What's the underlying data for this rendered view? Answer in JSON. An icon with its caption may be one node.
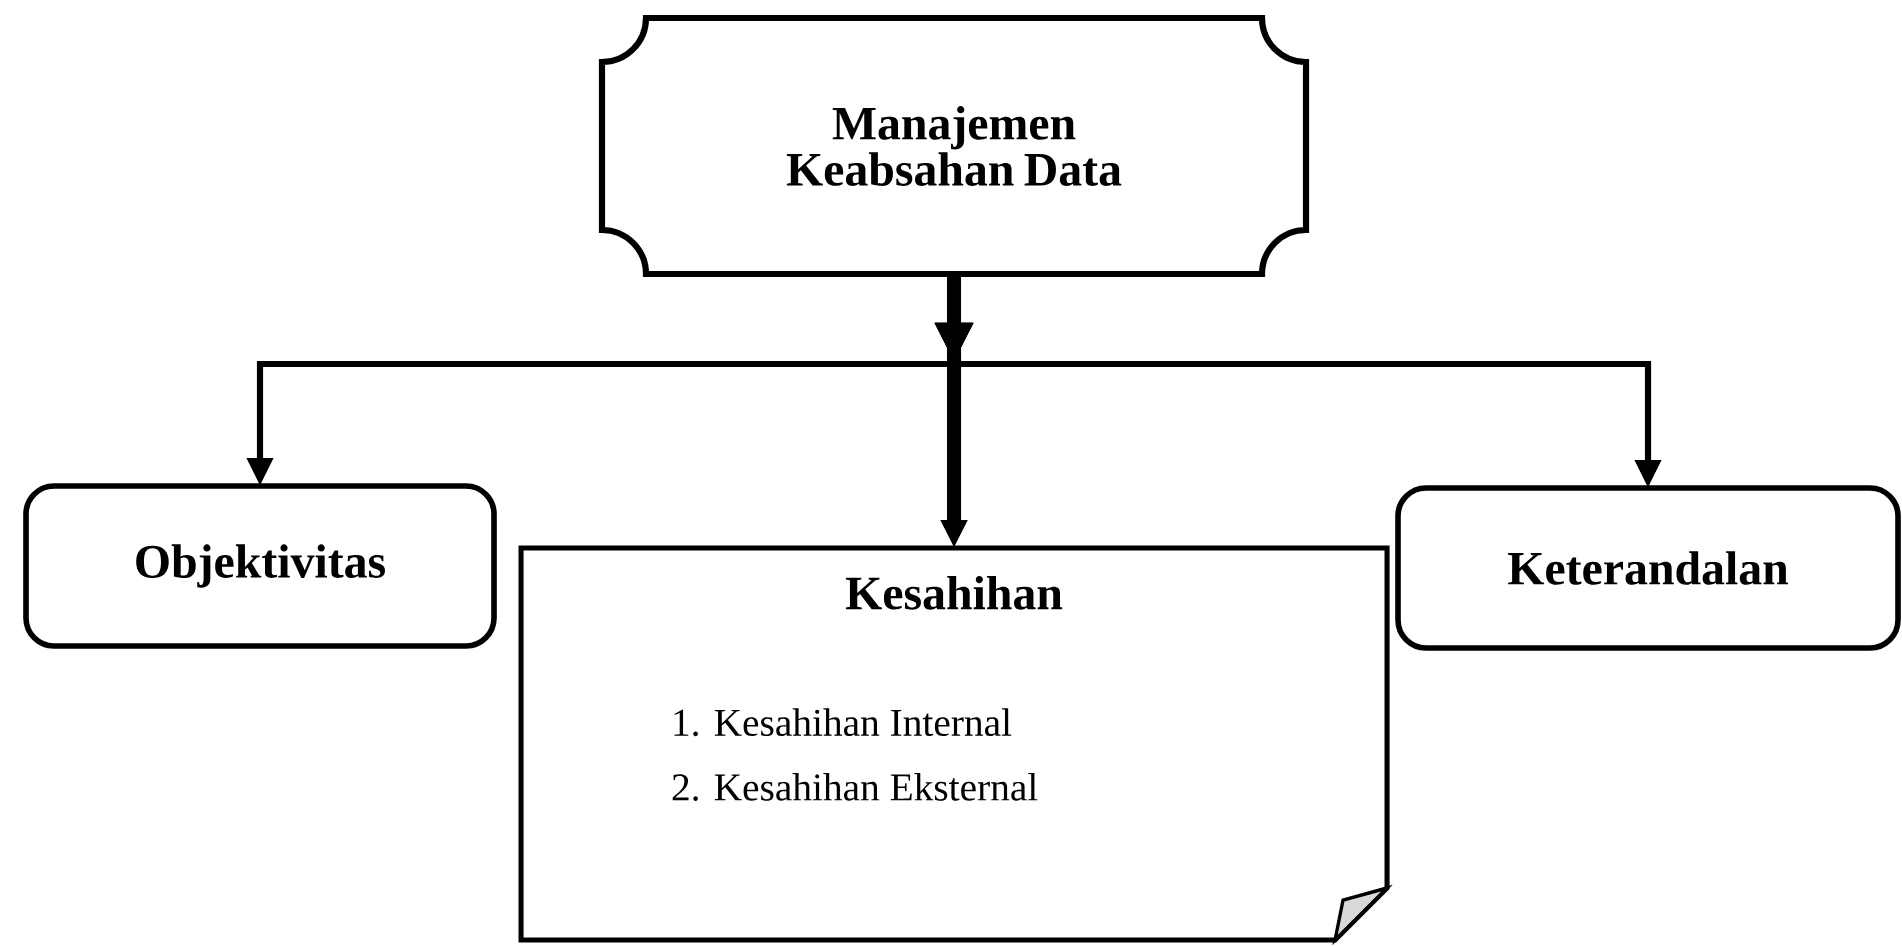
{
  "diagram": {
    "nodes": [
      {
        "text": [
          "Manajemen Keabsahan Data"
        ]
      },
      {
        "text": [
          "Objektivitas"
        ]
      },
      {
        "text": [
          "Kesahihan",
          "1. Kesahihan Internal",
          "2. Kesahihan Eksternal"
        ]
      },
      {
        "text": [
          "Keterandalan"
        ]
      }
    ],
    "edges": [
      {
        "from": 0,
        "to": 1,
        "arrow": "to"
      },
      {
        "from": 0,
        "to": 2,
        "arrow": "to",
        "style": "thick"
      },
      {
        "from": 0,
        "to": 3,
        "arrow": "to"
      }
    ]
  }
}
